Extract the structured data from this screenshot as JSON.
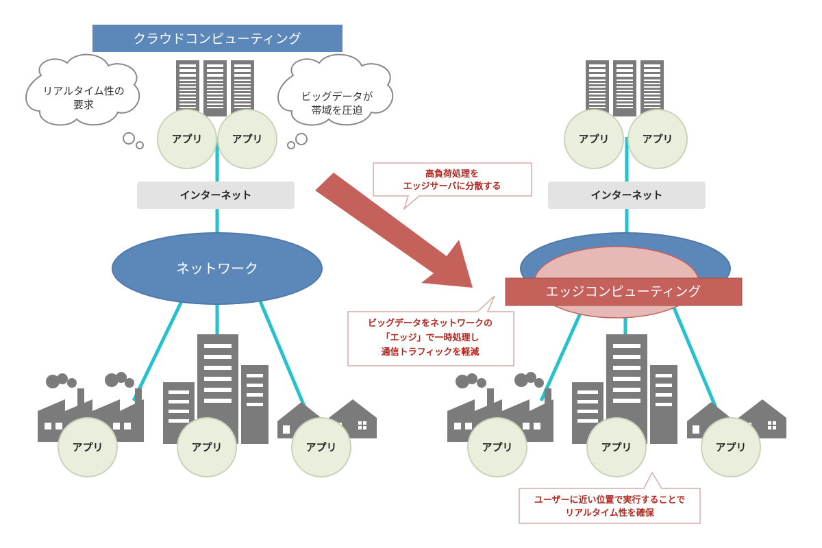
{
  "colors": {
    "blue": "#5b87b9",
    "blue_dark": "#4f79a8",
    "red": "#c4615a",
    "pink": "#e6b9b7",
    "gray": "#7b7b7b",
    "light_gray": "#e3e3e3",
    "app_fill": "#e9efdc",
    "line": "#26c1ce",
    "callout_text": "#b0261e"
  },
  "icons": [
    "server-rack-icon",
    "factory-icon",
    "office-building-icon",
    "house-icon",
    "thought-cloud-icon",
    "arrow-icon"
  ],
  "cloud_side": {
    "title": "クラウドコンピューティング",
    "thought_left": [
      "リアルタイム性の",
      "要求"
    ],
    "thought_right": [
      "ビッグデータが",
      "帯域を圧迫"
    ],
    "server_apps": [
      "アプリ",
      "アプリ"
    ],
    "internet": "インターネット",
    "network": "ネットワーク",
    "edge_apps": [
      "アプリ",
      "アプリ",
      "アプリ"
    ]
  },
  "edge_side": {
    "server_apps": [
      "アプリ",
      "アプリ"
    ],
    "internet": "インターネット",
    "edge_label": "エッジコンピューティング",
    "edge_apps": [
      "アプリ",
      "アプリ",
      "アプリ"
    ]
  },
  "callouts": {
    "distribute": [
      "高負荷処理を",
      "エッジサーバに分散する"
    ],
    "bigdata": [
      "ビッグデータをネットワークの",
      "「エッジ」で一時処理し",
      "通信トラフィックを軽減"
    ],
    "realtime": [
      "ユーザーに近い位置で実行することで",
      "リアルタイム性を確保"
    ]
  }
}
